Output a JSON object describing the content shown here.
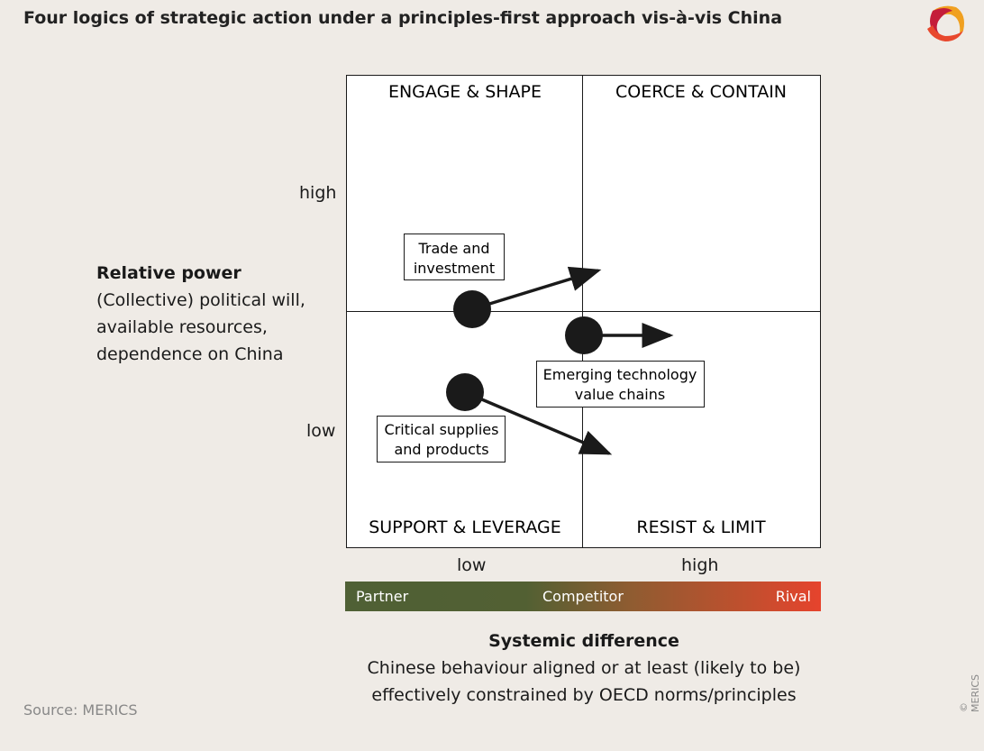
{
  "title": "Four logics of strategic action under a principles-first approach vis-à-vis China",
  "y_axis": {
    "heading": "Relative power",
    "lines": [
      "(Collective) political will,",
      "available resources,",
      "dependence on China"
    ],
    "ticks": [
      "high",
      "low"
    ]
  },
  "x_axis": {
    "heading": "Systemic difference",
    "lines": [
      "Chinese behaviour aligned or at least (likely to be)",
      "effectively constrained by OECD norms/principles"
    ],
    "ticks": [
      "low",
      "high"
    ]
  },
  "spectrum": {
    "labels": [
      "Partner",
      "Competitor",
      "Rival"
    ],
    "colors": [
      "#4f6035",
      "#8f5c31",
      "#e6432d"
    ]
  },
  "quadrants": [
    "ENGAGE & SHAPE",
    "COERCE & CONTAIN",
    "SUPPORT & LEVERAGE",
    "RESIST & LIMIT"
  ],
  "items": [
    {
      "lines": [
        "Trade and",
        "investment"
      ]
    },
    {
      "lines": [
        "Emerging technology",
        "value chains"
      ]
    },
    {
      "lines": [
        "Critical supplies",
        "and products"
      ]
    }
  ],
  "source": "Source: MERICS",
  "copyright": "© MERICS",
  "logo": "MERICS"
}
